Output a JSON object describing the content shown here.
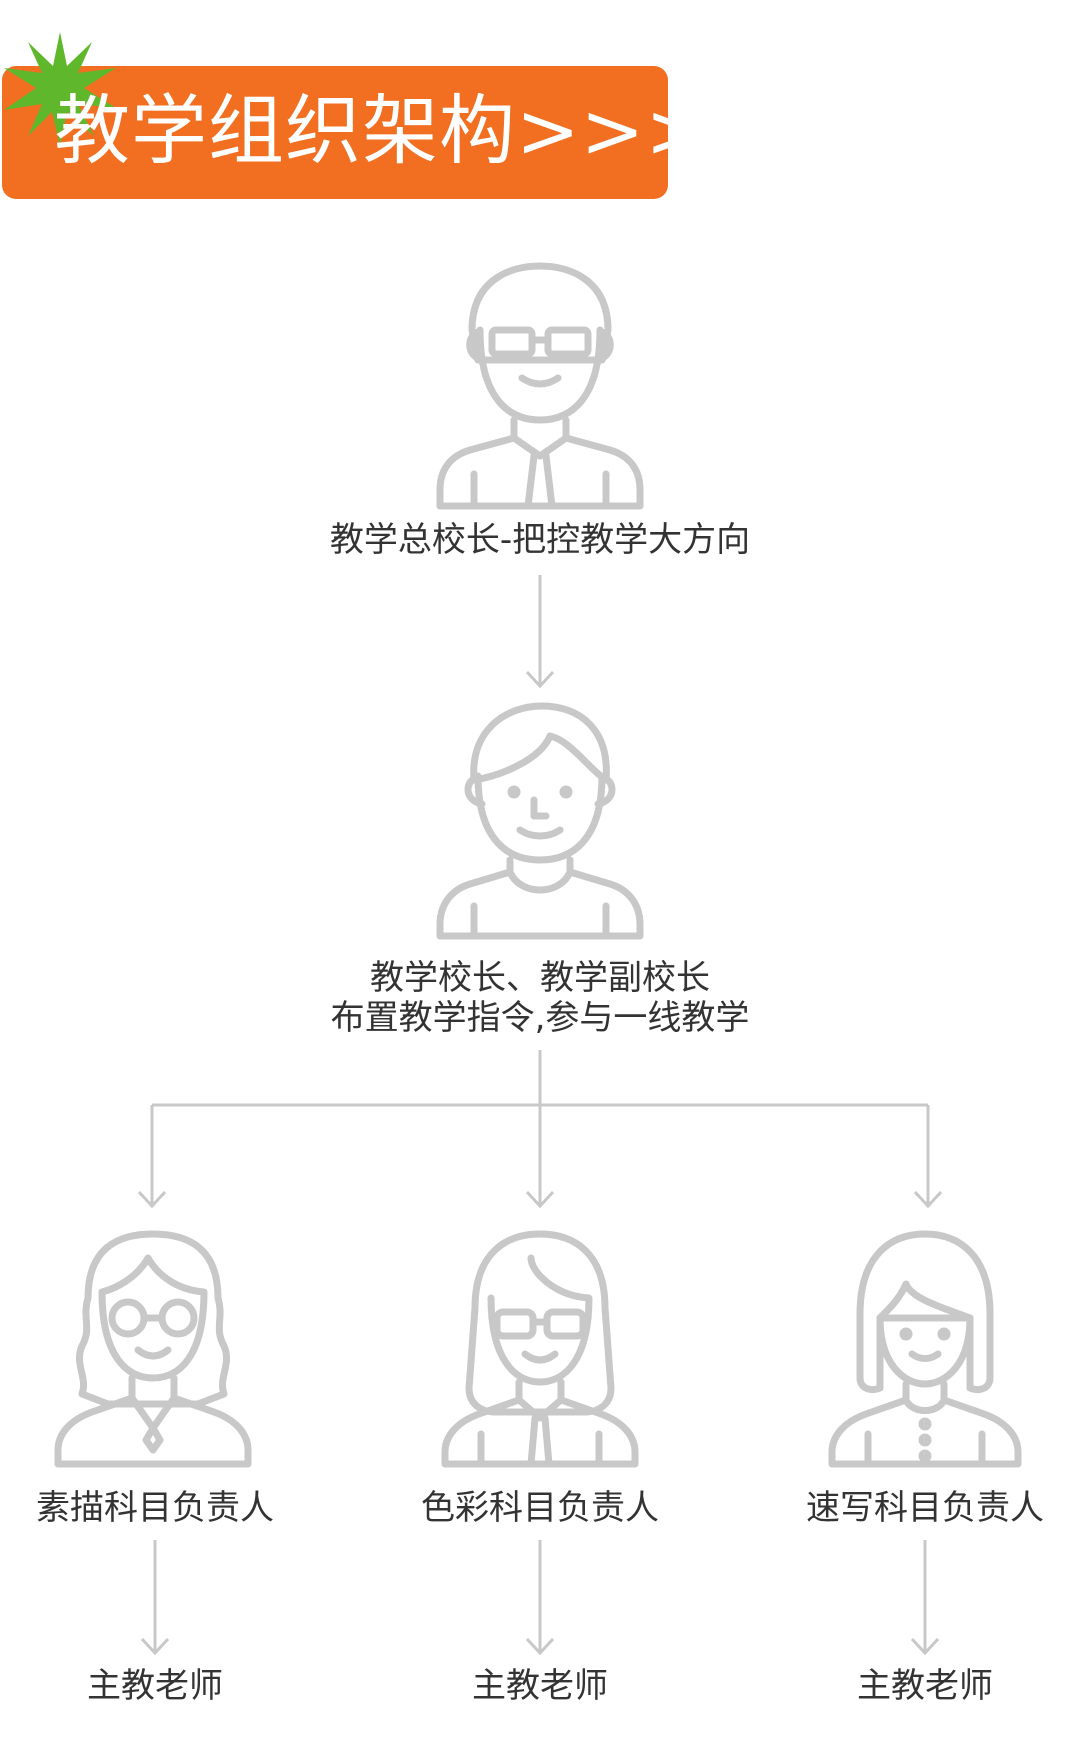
{
  "header": {
    "title": "教学组织架构>>>",
    "banner_color": "#f26f22",
    "starburst_color": "#5fb82c"
  },
  "nodes": {
    "principal": {
      "label": "教学总校长-把控教学大方向",
      "icon": "man-with-glasses-and-tie-icon"
    },
    "school_heads": {
      "line1": "教学校长、教学副校长",
      "line2": "布置教学指令,参与一线教学",
      "icon": "young-man-icon"
    },
    "sketch_lead": {
      "label": "素描科目负责人",
      "icon": "woman-with-glasses-and-curly-hair-icon"
    },
    "color_lead": {
      "label": "色彩科目负责人",
      "icon": "woman-with-glasses-and-tie-icon"
    },
    "speed_lead": {
      "label": "速写科目负责人",
      "icon": "woman-with-bob-hair-icon"
    },
    "teacher_1": {
      "label": "主教老师"
    },
    "teacher_2": {
      "label": "主教老师"
    },
    "teacher_3": {
      "label": "主教老师"
    }
  },
  "style": {
    "line_color": "#c8c8c8",
    "icon_color": "#c8c8c8",
    "text_color": "#333333"
  }
}
